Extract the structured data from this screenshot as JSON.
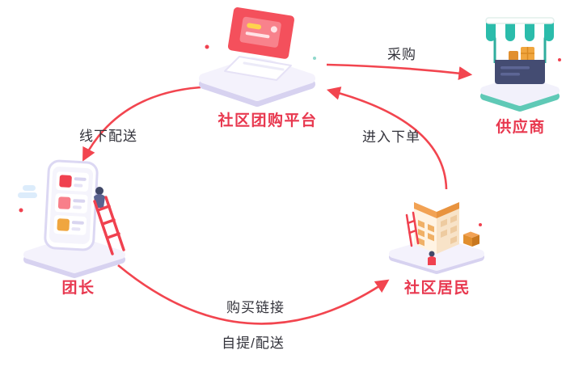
{
  "diagram": {
    "nodes": {
      "platform": {
        "label": "社区团购平台"
      },
      "supplier": {
        "label": "供应商"
      },
      "leader": {
        "label": "团长"
      },
      "residents": {
        "label": "社区居民"
      }
    },
    "edges": {
      "procurement": {
        "label": "采购",
        "from": "platform",
        "to": "supplier"
      },
      "place_order": {
        "label": "进入下单",
        "from": "residents",
        "to": "platform"
      },
      "offline_delivery": {
        "label": "线下配送",
        "from": "platform",
        "to": "leader"
      },
      "leader_to_residents": {
        "label_top": "购买链接",
        "label_bottom": "自提/配送",
        "from": "leader",
        "to": "residents"
      }
    },
    "colors": {
      "node_label_red": "#e8384f",
      "arrow_red": "#f2454f",
      "edge_label_dark": "#33333b",
      "teal_accent": "#2bbcab",
      "orange_accent": "#f0a63f",
      "background": "#ffffff"
    }
  }
}
